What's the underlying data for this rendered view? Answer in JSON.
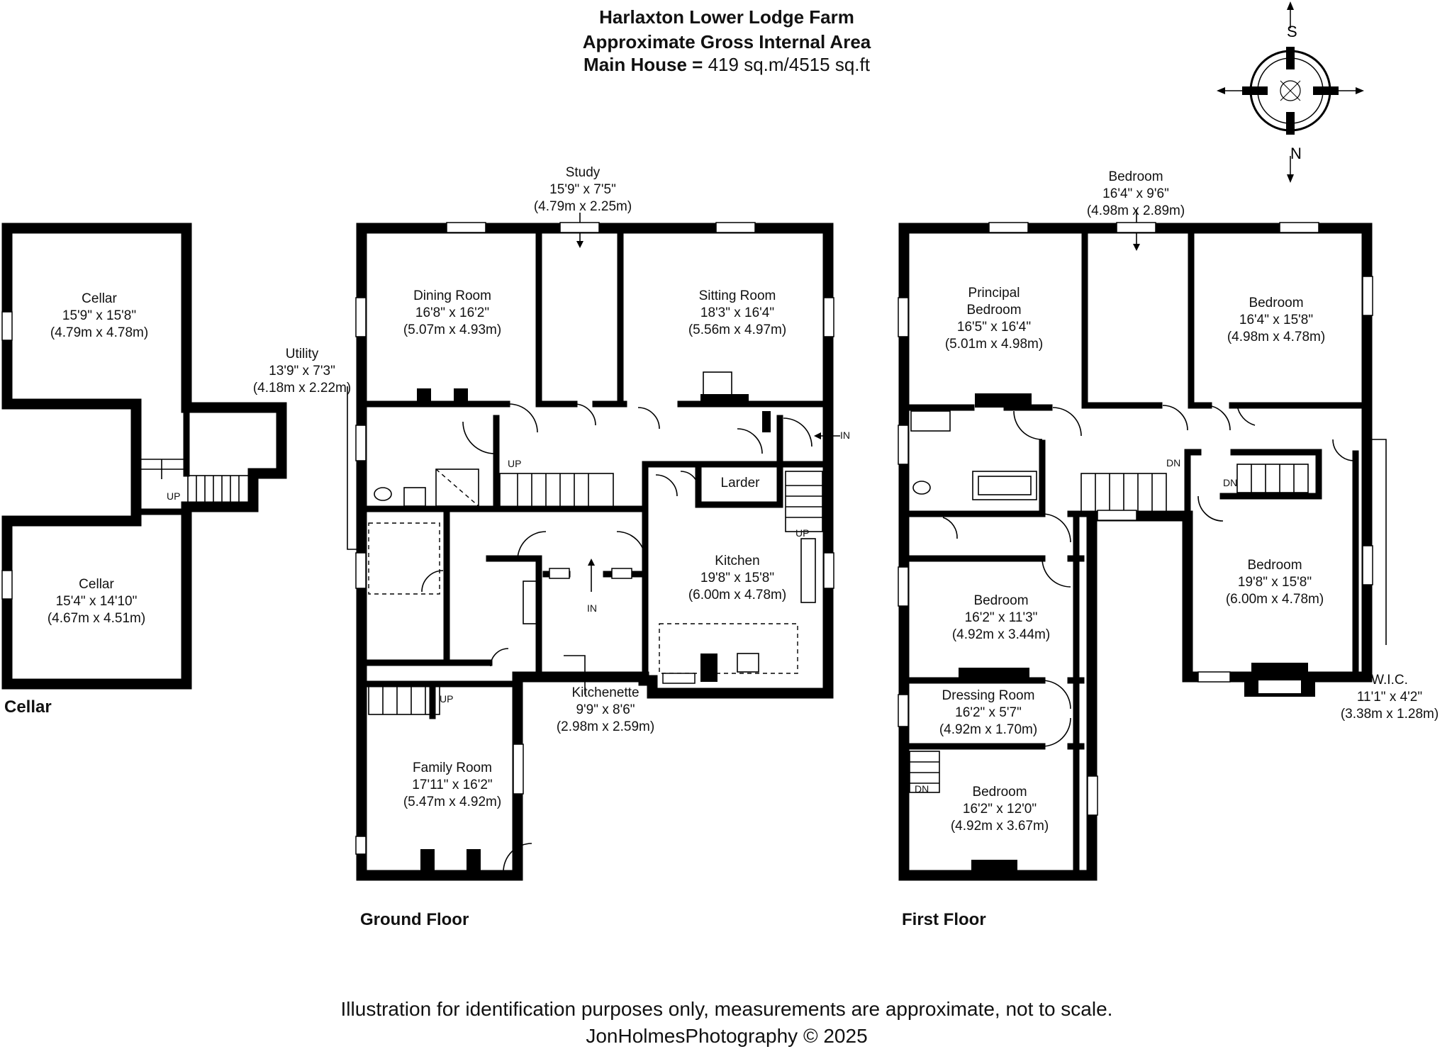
{
  "header": {
    "title": "Harlaxton Lower Lodge Farm",
    "subtitle": "Approximate Gross Internal Area",
    "area_label": "Main House =",
    "area_value": "419 sq.m/4515 sq.ft"
  },
  "compass": {
    "top": "S",
    "bottom": "N"
  },
  "floors": {
    "cellar": "Cellar",
    "ground": "Ground Floor",
    "first": "First Floor"
  },
  "rooms": {
    "cellar_a": {
      "name": "Cellar",
      "imp": "15'9\" x 15'8\"",
      "met": "(4.79m x 4.78m)"
    },
    "cellar_b": {
      "name": "Cellar",
      "imp": "15'4\" x 14'10\"",
      "met": "(4.67m x 4.51m)"
    },
    "utility": {
      "name": "Utility",
      "imp": "13'9\" x 7'3\"",
      "met": "(4.18m x 2.22m)"
    },
    "study": {
      "name": "Study",
      "imp": "15'9\" x 7'5\"",
      "met": "(4.79m x 2.25m)"
    },
    "dining": {
      "name": "Dining Room",
      "imp": "16'8\" x 16'2\"",
      "met": "(5.07m x 4.93m)"
    },
    "sitting": {
      "name": "Sitting Room",
      "imp": "18'3\" x 16'4\"",
      "met": "(5.56m x 4.97m)"
    },
    "larder": {
      "name": "Larder"
    },
    "kitchen": {
      "name": "Kitchen",
      "imp": "19'8\" x 15'8\"",
      "met": "(6.00m x 4.78m)"
    },
    "kitchenette": {
      "name": "Kitchenette",
      "imp": "9'9\" x 8'6\"",
      "met": "(2.98m x 2.59m)"
    },
    "family": {
      "name": "Family Room",
      "imp": "17'11\" x 16'2\"",
      "met": "(5.47m x 4.92m)"
    },
    "bed_top": {
      "name": "Bedroom",
      "imp": "16'4\" x 9'6\"",
      "met": "(4.98m x 2.89m)"
    },
    "principal": {
      "name": "Principal",
      "name2": "Bedroom",
      "imp": "16'5\" x 16'4\"",
      "met": "(5.01m x 4.98m)"
    },
    "bed_ne": {
      "name": "Bedroom",
      "imp": "16'4\" x 15'8\"",
      "met": "(4.98m x 4.78m)"
    },
    "bed_e": {
      "name": "Bedroom",
      "imp": "19'8\" x 15'8\"",
      "met": "(6.00m x 4.78m)"
    },
    "bed_mid": {
      "name": "Bedroom",
      "imp": "16'2\" x 11'3\"",
      "met": "(4.92m x 3.44m)"
    },
    "dressing": {
      "name": "Dressing Room",
      "imp": "16'2\" x 5'7\"",
      "met": "(4.92m x 1.70m)"
    },
    "bed_s": {
      "name": "Bedroom",
      "imp": "16'2\" x 12'0\"",
      "met": "(4.92m x 3.67m)"
    },
    "wic": {
      "name": "W.I.C.",
      "imp": "11'1\" x 4'2\"",
      "met": "(3.38m x 1.28m)"
    }
  },
  "markers": {
    "up": "UP",
    "dn": "DN",
    "in": "IN"
  },
  "footer": {
    "disclaimer": "Illustration for identification purposes only, measurements are approximate, not to scale.",
    "credit": "JonHolmesPhotography © 2025"
  }
}
